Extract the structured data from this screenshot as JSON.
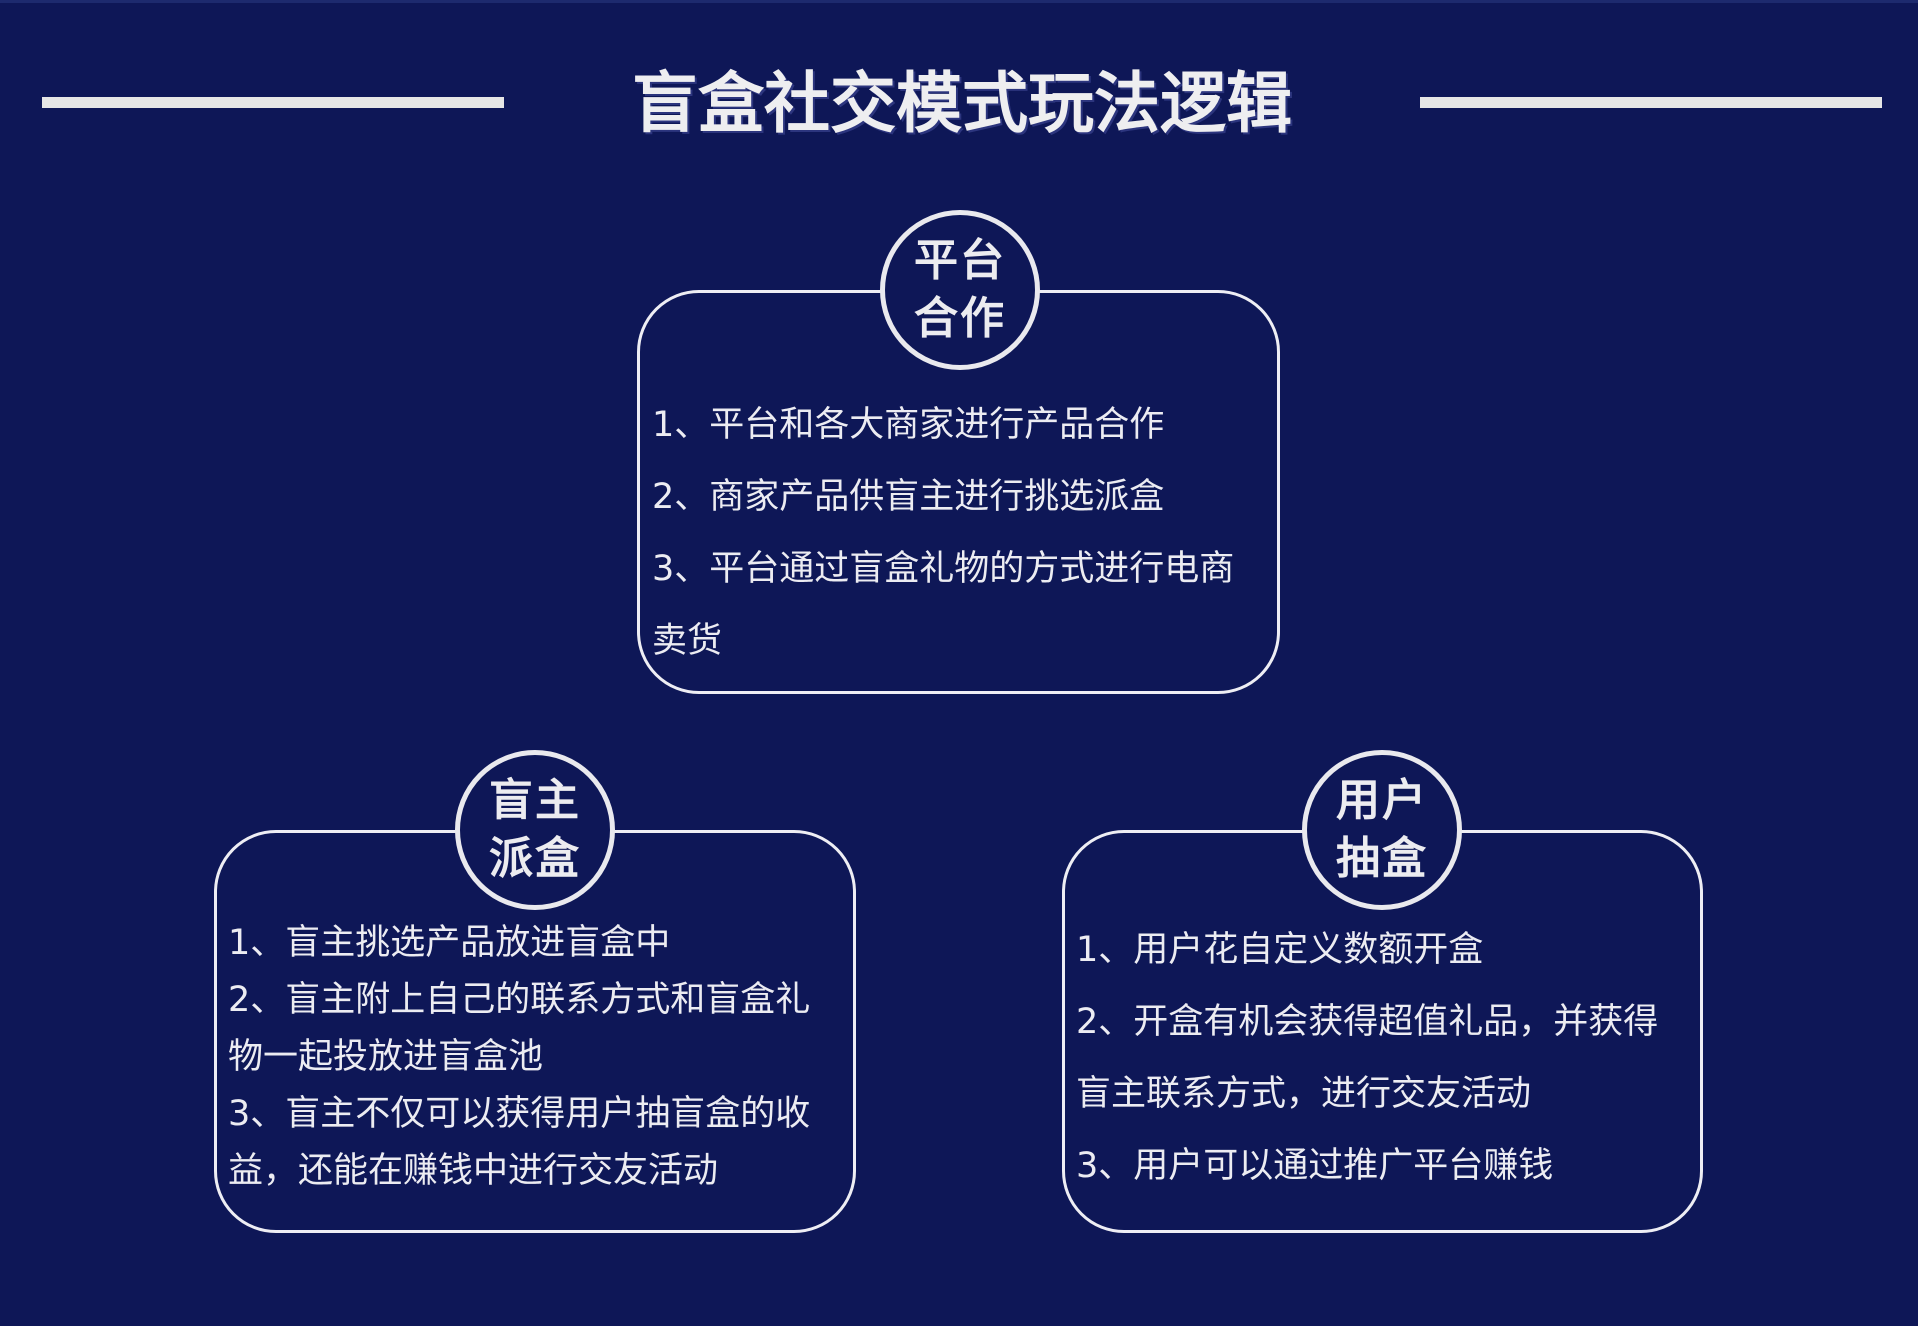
{
  "header": {
    "title": "盲盒社交模式玩法逻辑"
  },
  "colors": {
    "background": "#0e1757",
    "foreground": "#ececf2",
    "rule": "#e6e6e6"
  },
  "cards": {
    "platform": {
      "badge_line1": "平台",
      "badge_line2": "合作",
      "lines": [
        "1、平台和各大商家进行产品合作",
        "2、商家产品供盲主进行挑选派盒",
        "3、平台通过盲盒礼物的方式进行电商",
        "卖货"
      ]
    },
    "owner": {
      "badge_line1": "盲主",
      "badge_line2": "派盒",
      "lines": [
        "1、盲主挑选产品放进盲盒中",
        "2、盲主附上自己的联系方式和盲盒礼",
        "物一起投放进盲盒池",
        "3、盲主不仅可以获得用户抽盲盒的收",
        "益，还能在赚钱中进行交友活动"
      ]
    },
    "user": {
      "badge_line1": "用户",
      "badge_line2": "抽盒",
      "lines": [
        "1、用户花自定义数额开盒",
        "2、开盒有机会获得超值礼品，并获得",
        "盲主联系方式，进行交友活动",
        "3、用户可以通过推广平台赚钱"
      ]
    }
  }
}
